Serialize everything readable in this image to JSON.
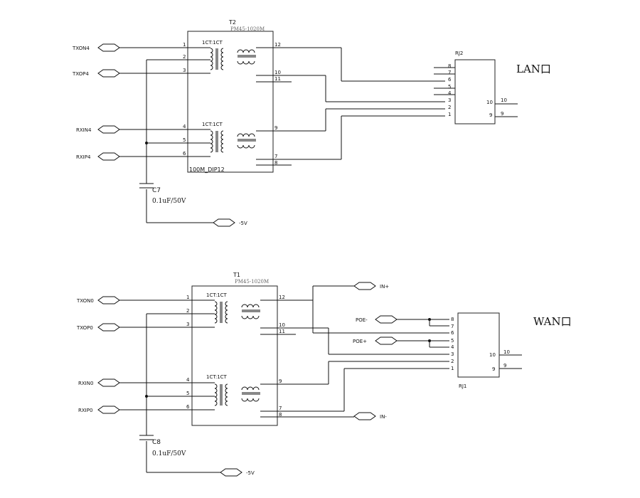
{
  "lan": {
    "title": "LAN口",
    "transformer": {
      "ref": "T2",
      "part": "PM45-1020M",
      "package": "100M_DIP12"
    },
    "ratio_top": "1CT:1CT",
    "ratio_bottom": "1CT:1CT",
    "ports": {
      "txon": "TXON4",
      "txop": "TXOP4",
      "rxin": "RXIN4",
      "rxip": "RXIP4",
      "neg": "-5V"
    },
    "pins": {
      "p1": "1",
      "p2": "2",
      "p3": "3",
      "p4": "4",
      "p5": "5",
      "p6": "6",
      "p7": "7",
      "p8": "8",
      "p9": "9",
      "p10": "10",
      "p11": "11",
      "p12": "12"
    },
    "cap": {
      "ref": "C7",
      "value": "0.1uF/50V"
    },
    "rj": {
      "ref": "RJ2",
      "pins": [
        "8",
        "7",
        "6",
        "5",
        "4",
        "3",
        "2",
        "1"
      ],
      "pin10": "10",
      "pin9": "9",
      "out10": "10",
      "out9": "9"
    }
  },
  "wan": {
    "title": "WAN口",
    "transformer": {
      "ref": "T1",
      "part": "PM45-1020M"
    },
    "ratio_top": "1CT:1CT",
    "ratio_bottom": "1CT:1CT",
    "ports": {
      "txon": "TXON0",
      "txop": "TXOP0",
      "rxin": "RXIN0",
      "rxip": "RXIP0",
      "neg": "-5V",
      "in_pos": "IN+",
      "in_neg": "IN-",
      "poe_neg": "POE-",
      "poe_pos": "POE+"
    },
    "pins": {
      "p1": "1",
      "p2": "2",
      "p3": "3",
      "p4": "4",
      "p5": "5",
      "p6": "6",
      "p7": "7",
      "p8": "8",
      "p9": "9",
      "p10": "10",
      "p11": "11",
      "p12": "12"
    },
    "cap": {
      "ref": "C8",
      "value": "0.1uF/50V"
    },
    "rj": {
      "ref": "RJ1",
      "pins": [
        "8",
        "7",
        "6",
        "5",
        "4",
        "3",
        "2",
        "1"
      ],
      "pin10": "10",
      "pin9": "9",
      "out10": "10",
      "out9": "9"
    }
  }
}
